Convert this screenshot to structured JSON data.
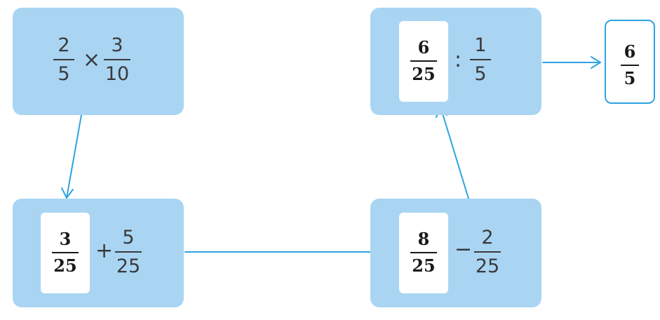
{
  "colors": {
    "box": "#a9d5f3",
    "arrow": "#2ea3e3",
    "text": "#3a3a3a"
  },
  "step1": {
    "left": {
      "num": "2",
      "den": "5"
    },
    "op": "×",
    "right": {
      "num": "3",
      "den": "10"
    }
  },
  "step2": {
    "result": {
      "num": "3",
      "den": "25"
    },
    "op": "+",
    "right": {
      "num": "5",
      "den": "25"
    }
  },
  "step3": {
    "result": {
      "num": "8",
      "den": "25"
    },
    "op": "−",
    "right": {
      "num": "2",
      "den": "25"
    }
  },
  "step4": {
    "result": {
      "num": "6",
      "den": "25"
    },
    "op": ":",
    "right": {
      "num": "1",
      "den": "5"
    }
  },
  "final": {
    "num": "6",
    "den": "5"
  }
}
